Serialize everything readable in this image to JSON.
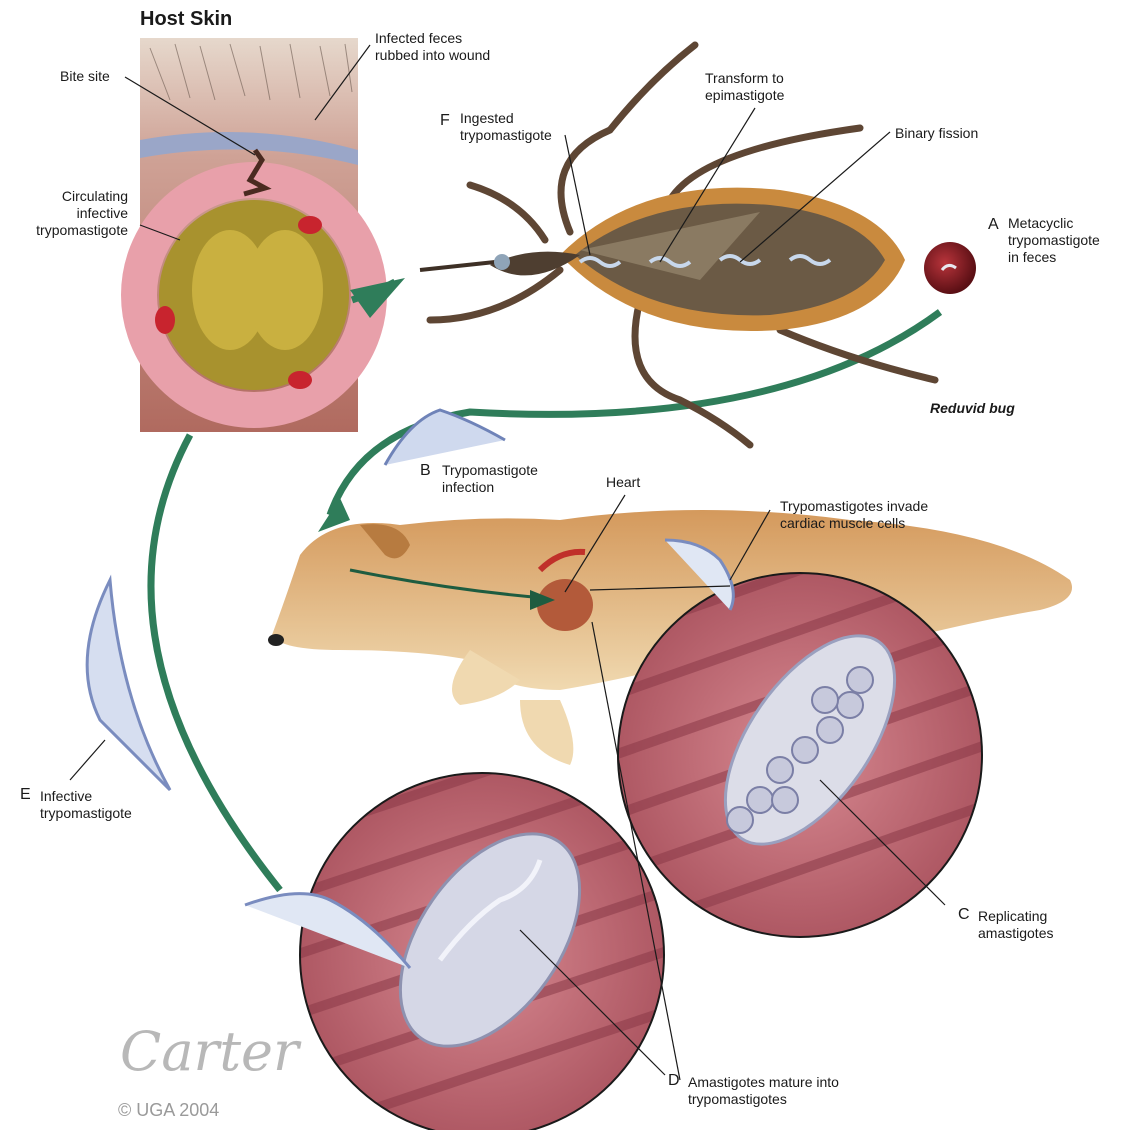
{
  "title": "Host Skin",
  "labels": {
    "infected_feces": "Infected feces\nrubbed into wound",
    "bite_site": "Bite site",
    "circulating": "Circulating\ninfective\ntrypomastigote",
    "f_letter": "F",
    "ingested": "Ingested\ntrypomastigote",
    "transform": "Transform to\nepimastigote",
    "binary_fission": "Binary fission",
    "a_letter": "A",
    "metacyclic": "Metacyclic\ntrypomastigote\nin feces",
    "reduvid": "Reduvid bug",
    "b_letter": "B",
    "trypo_infection": "Trypomastigote\ninfection",
    "heart": "Heart",
    "invade": "Trypomastigotes invade\ncardiac muscle cells",
    "e_letter": "E",
    "infective": "Infective\ntrypomastigote",
    "c_letter": "C",
    "replicating": "Replicating\namastigotes",
    "d_letter": "D",
    "mature": "Amastigotes mature into\ntrypomastigotes"
  },
  "signature": "Carter",
  "credit": "© UGA 2004",
  "colors": {
    "cycle_arrow": "#2f7d5a",
    "muscle": "#b8626b",
    "skin": "#c9877a",
    "bug_body": "#6b5a45",
    "dog": "#d9a56a"
  }
}
